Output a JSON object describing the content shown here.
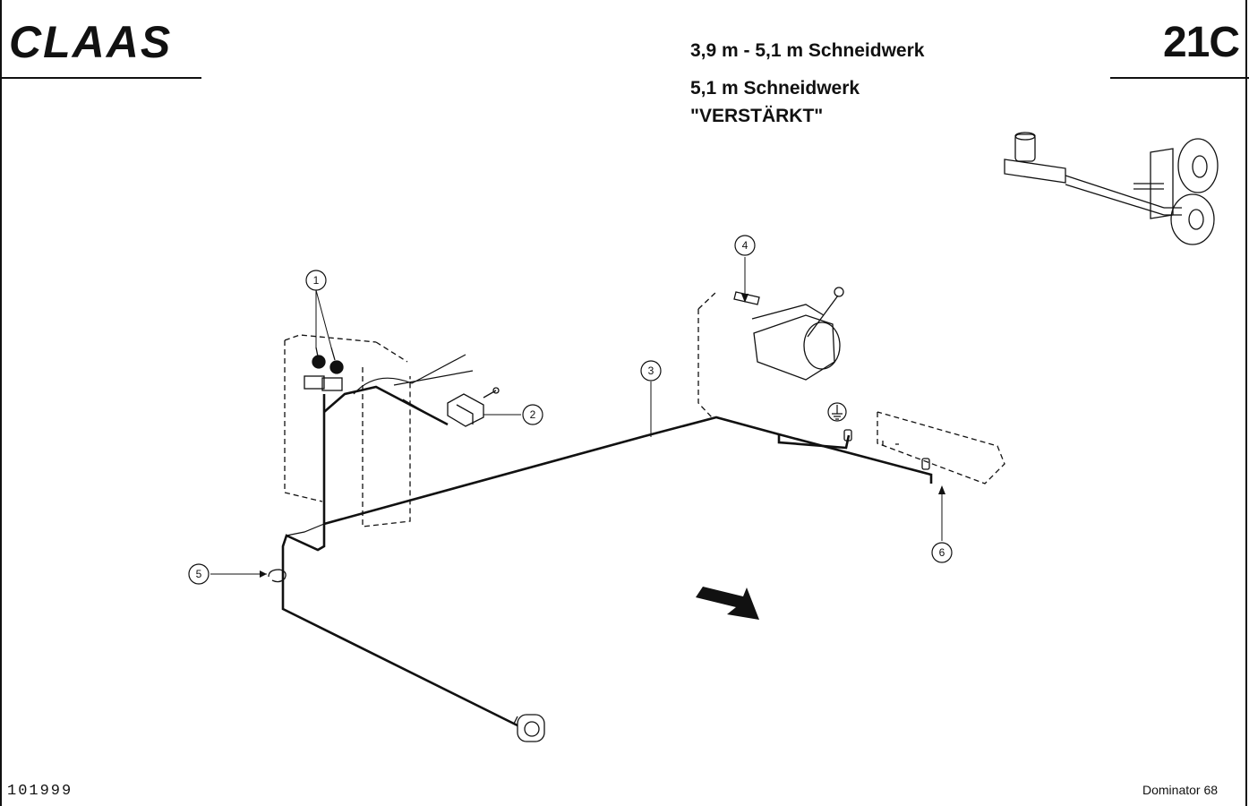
{
  "header": {
    "brand": "CLAAS",
    "page_number": "21C",
    "title_lines": [
      "3,9 m - 5,1 m Schneidwerk",
      "5,1 m Schneidwerk",
      "\"VERSTÄRKT\""
    ]
  },
  "footer": {
    "drawing_number": "101999",
    "model": "Dominator 68"
  },
  "callouts": [
    "1",
    "2",
    "3",
    "4",
    "5",
    "6"
  ],
  "colors": {
    "ink": "#111111",
    "paper": "#ffffff"
  },
  "icons": [
    "ground-symbol",
    "direction-arrow"
  ]
}
